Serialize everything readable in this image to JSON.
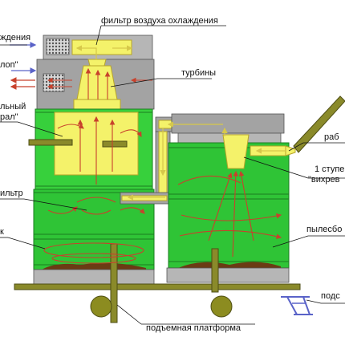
{
  "labels": {
    "cooling_filter": "фильтр воздуха охлаждения",
    "cooling": "ждения",
    "exhaust": "лоп\"",
    "turbines": "турбины",
    "spiral_1": "льный",
    "spiral_2": "рал\"",
    "filter": "ильтр",
    "bin": "к",
    "work": "раб",
    "stage_1": "1 ступе",
    "stage_2": "\"вихрев",
    "dust_collector": "пылесбо",
    "stand": "подс",
    "platform": "подъемная платформа"
  },
  "colors": {
    "green": "#2fc436",
    "yellow": "#f4f26a",
    "grey": "#a3a3a3",
    "olive": "#8a8a2a",
    "flow_red": "#c8412c",
    "arrow_blue": "#5a63c8"
  }
}
